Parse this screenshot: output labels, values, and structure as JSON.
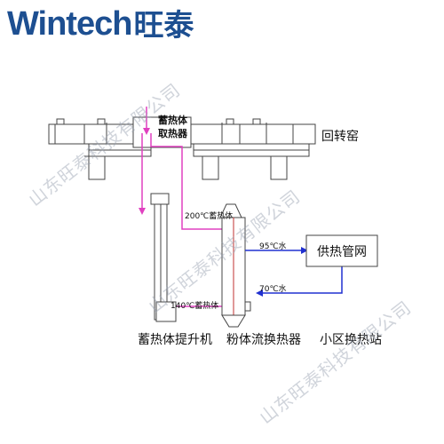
{
  "brand": {
    "name_latin": "Wintech",
    "name_cn": "旺泰",
    "color": "#1d4f91"
  },
  "diagram": {
    "kiln_label": "回转窑",
    "extractor_label_line1": "蓄热体",
    "extractor_label_line2": "取热器",
    "flow_200": "200℃蓄热体",
    "flow_140": "140℃蓄热体",
    "water_95": "95℃水",
    "water_70": "70℃水",
    "heating_network": "供热管网",
    "elevator_label": "蓄热体提升机",
    "exchanger_label": "粉体流换热器",
    "substation_label": "小区换热站",
    "colors": {
      "pink_line": "#e040c0",
      "blue_line": "#2030d0",
      "equipment": "#444444"
    }
  },
  "watermark": {
    "text": "山东旺泰科技有限公司"
  }
}
